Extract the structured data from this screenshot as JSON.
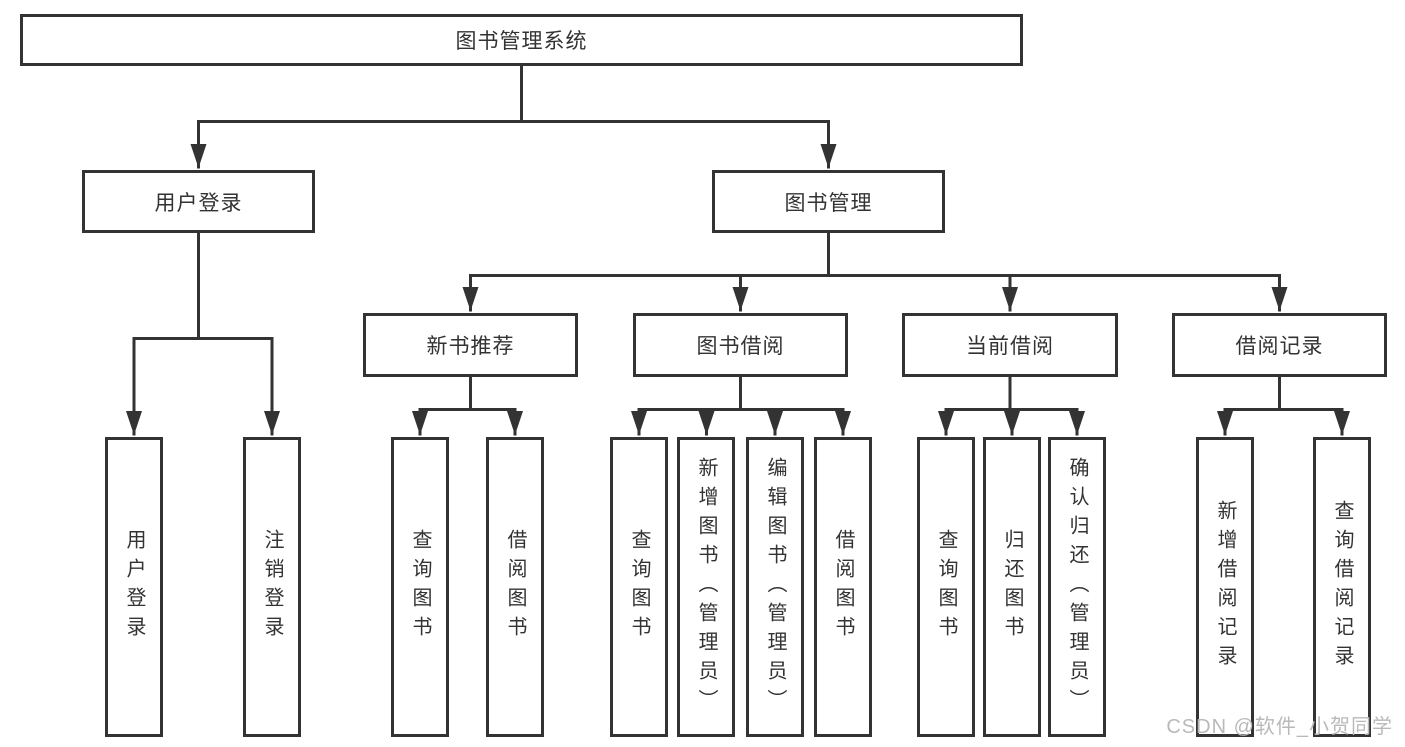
{
  "diagram": {
    "root": {
      "label": "图书管理系统"
    },
    "branches": [
      {
        "label": "用户登录",
        "children": [
          {
            "label": "用户登录"
          },
          {
            "label": "注销登录"
          }
        ]
      },
      {
        "label": "图书管理",
        "children": [
          {
            "label": "新书推荐",
            "children": [
              {
                "label": "查询图书"
              },
              {
                "label": "借阅图书"
              }
            ]
          },
          {
            "label": "图书借阅",
            "children": [
              {
                "label": "查询图书"
              },
              {
                "label": "新增图书（管理员）"
              },
              {
                "label": "编辑图书（管理员）"
              },
              {
                "label": "借阅图书"
              }
            ]
          },
          {
            "label": "当前借阅",
            "children": [
              {
                "label": "查询图书"
              },
              {
                "label": "归还图书"
              },
              {
                "label": "确认归还（管理员）"
              }
            ]
          },
          {
            "label": "借阅记录",
            "children": [
              {
                "label": "新增借阅记录"
              },
              {
                "label": "查询借阅记录"
              }
            ]
          }
        ]
      }
    ]
  },
  "watermark": {
    "text": "CSDN @软件_小贺同学"
  },
  "colors": {
    "line": "#333333",
    "box_border": "#333333",
    "box_fill": "#ffffff",
    "text": "#333333",
    "watermark": "#b9b9b9",
    "background": "#ffffff"
  }
}
